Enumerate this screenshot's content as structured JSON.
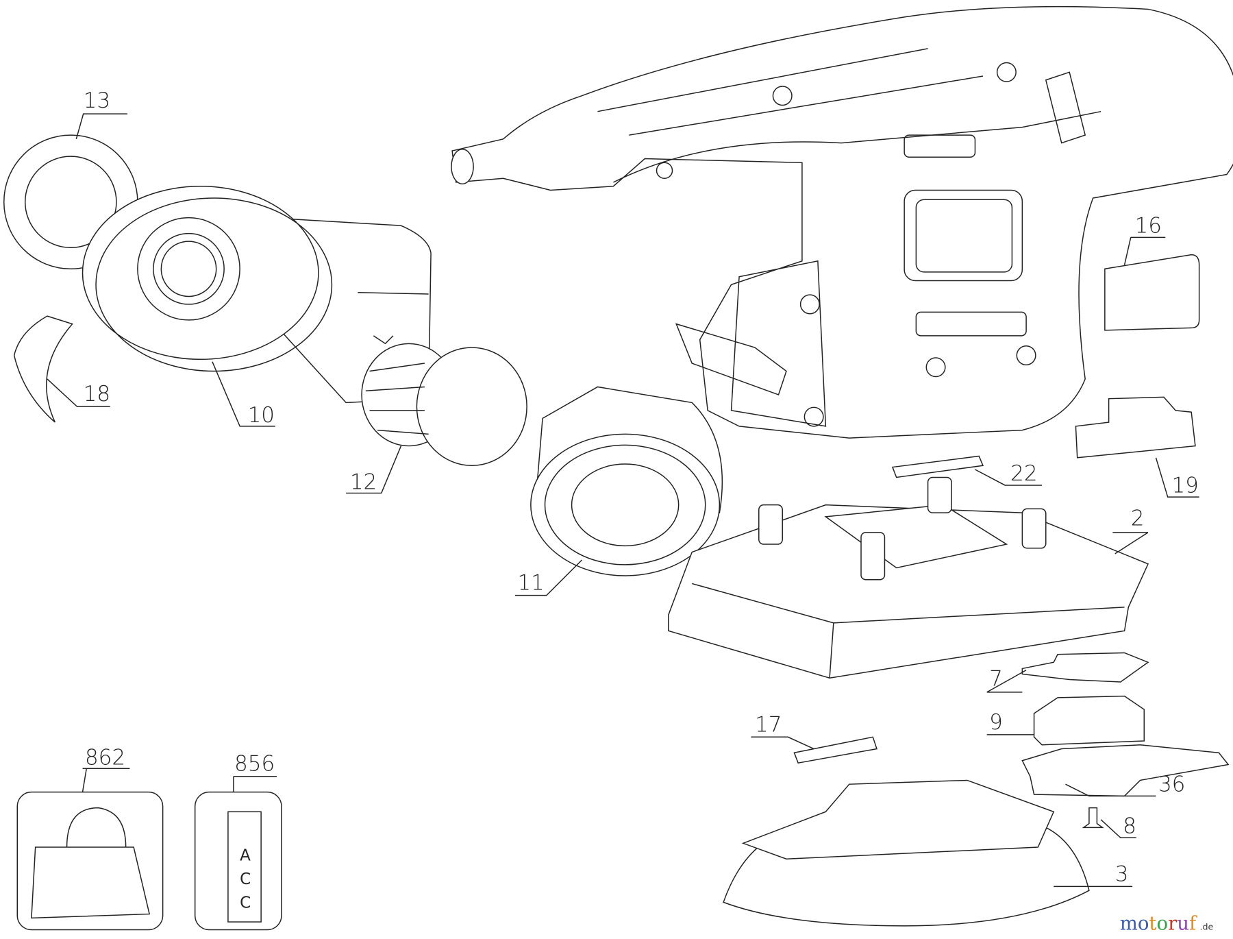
{
  "diagram": {
    "type": "exploded-parts-diagram",
    "part_labels": {
      "p13": "13",
      "p18": "18",
      "p10": "10",
      "p12": "12",
      "p11": "11",
      "p16": "16",
      "p22": "22",
      "p19": "19",
      "p2": "2",
      "p7": "7",
      "p9": "9",
      "p17": "17",
      "p36": "36",
      "p8": "8",
      "p3": "3",
      "p862": "862",
      "p856": "856"
    },
    "accessory_card_text": [
      "A",
      "C",
      "C"
    ],
    "watermark": {
      "letters": [
        "m",
        "o",
        "t",
        "o",
        "r",
        "u",
        "f"
      ],
      "suffix": ".de",
      "colors": [
        "#3a5aa8",
        "#3a5aa8",
        "#e08a1e",
        "#3aa04a",
        "#c0392b",
        "#8e44ad",
        "#e08a1e"
      ]
    }
  }
}
